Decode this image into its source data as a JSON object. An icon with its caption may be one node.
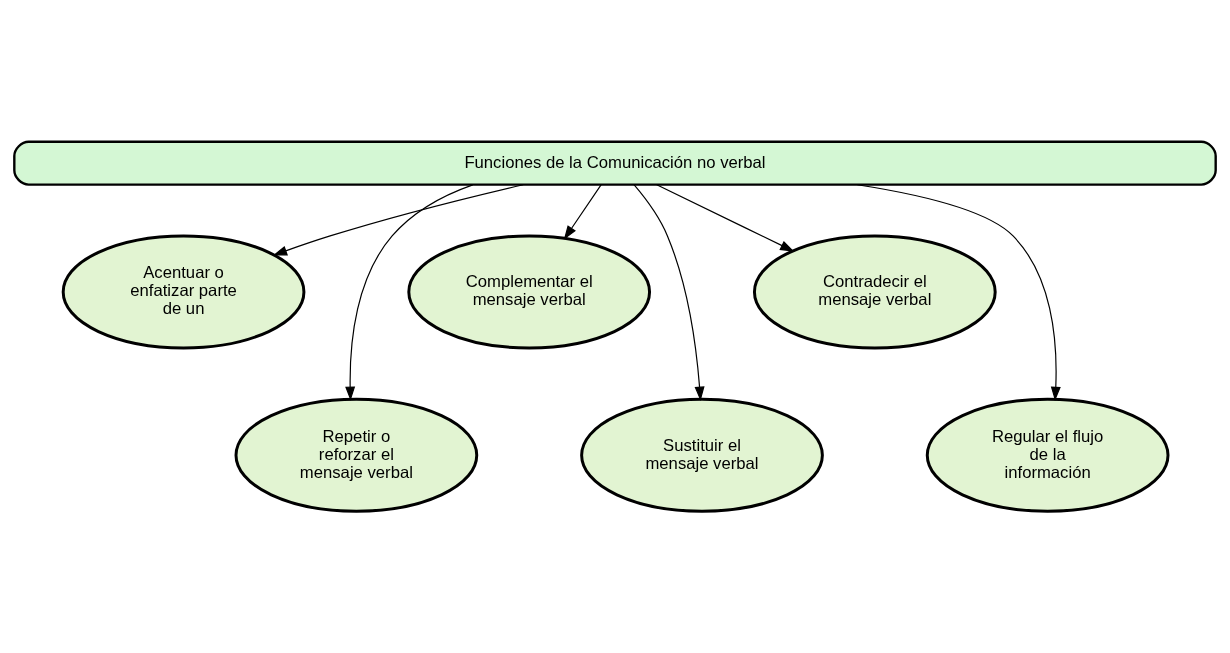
{
  "diagram": {
    "nodes": [
      {
        "text": [
          "Funciones de la Comunicación no verbal"
        ]
      },
      {
        "text": [
          "Acentuar o enfatizar parte de un"
        ]
      },
      {
        "text": [
          "Repetir o reforzar el mensaje verbal"
        ]
      },
      {
        "text": [
          "Complementar el mensaje verbal"
        ]
      },
      {
        "text": [
          "Sustituir el mensaje verbal"
        ]
      },
      {
        "text": [
          "Contradecir el mensaje verbal"
        ]
      },
      {
        "text": [
          "Regular el flujo de la información"
        ]
      }
    ],
    "edges": [
      {
        "from": 0,
        "to": 1,
        "arrow": "to"
      },
      {
        "from": 0,
        "to": 2,
        "arrow": "to"
      },
      {
        "from": 0,
        "to": 3,
        "arrow": "to"
      },
      {
        "from": 0,
        "to": 4,
        "arrow": "to"
      },
      {
        "from": 0,
        "to": 5,
        "arrow": "to"
      },
      {
        "from": 0,
        "to": 6,
        "arrow": "to"
      }
    ]
  }
}
